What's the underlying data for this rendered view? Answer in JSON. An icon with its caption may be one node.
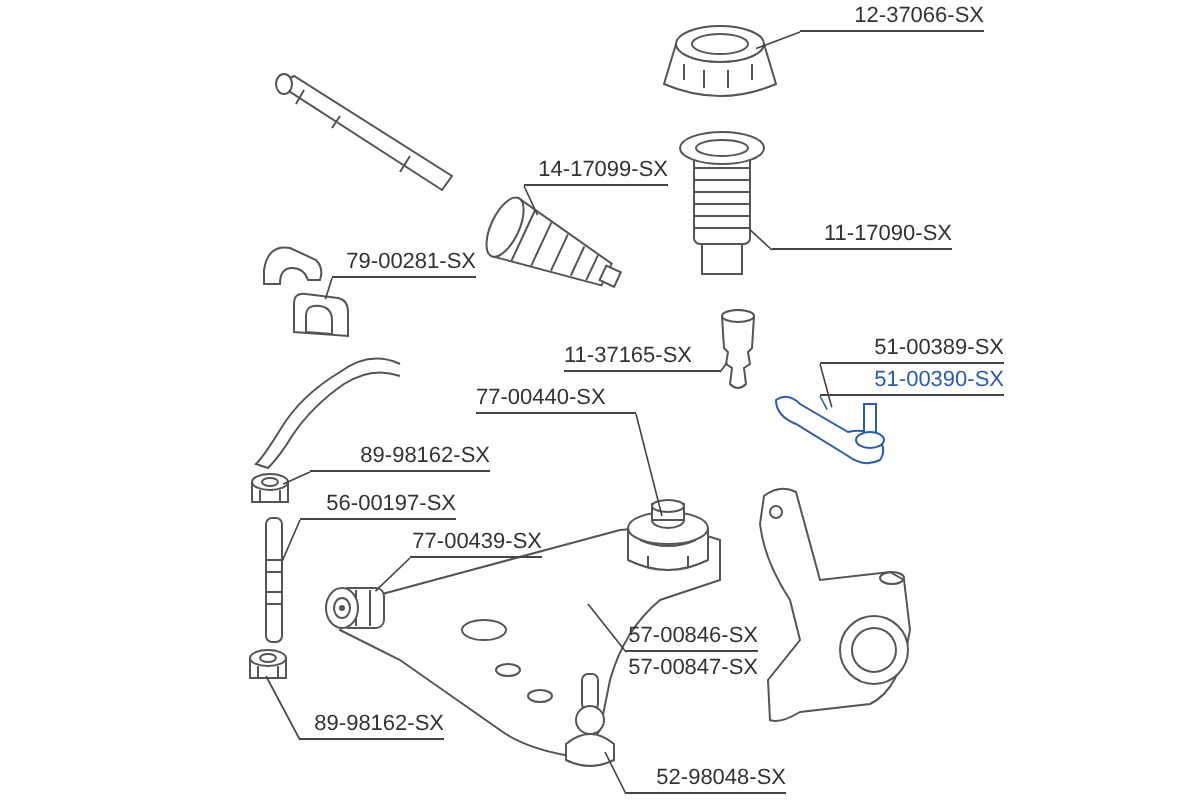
{
  "diagram": {
    "nodes": [
      {
        "text": [
          "12-37066-SX"
        ]
      },
      {
        "text": [],
        "shape": "picture"
      },
      {
        "text": [
          "14-17099-SX"
        ]
      },
      {
        "text": [],
        "shape": "picture"
      },
      {
        "text": [
          "11-17090-SX"
        ]
      },
      {
        "text": [],
        "shape": "picture"
      },
      {
        "text": [
          "79-00281-SX"
        ]
      },
      {
        "text": [],
        "shape": "picture"
      },
      {
        "text": [
          "11-37165-SX"
        ]
      },
      {
        "text": [],
        "shape": "picture"
      },
      {
        "text": [
          "51-00389-SX"
        ]
      },
      {
        "text": [
          "51-00390-SX"
        ]
      },
      {
        "text": [],
        "shape": "picture"
      },
      {
        "text": [
          "77-00440-SX"
        ]
      },
      {
        "text": [],
        "shape": "picture",
        "in": 23
      },
      {
        "text": [
          "89-98162-SX"
        ]
      },
      {
        "text": [],
        "shape": "picture"
      },
      {
        "text": [
          "56-00197-SX"
        ]
      },
      {
        "text": [],
        "shape": "picture"
      },
      {
        "text": [
          "77-00439-SX"
        ]
      },
      {
        "text": [],
        "shape": "picture",
        "in": 23
      },
      {
        "text": [
          "57-00846-SX"
        ]
      },
      {
        "text": [
          "57-00847-SX"
        ]
      },
      {
        "text": [],
        "shape": "picture"
      },
      {
        "text": [
          "89-98162-SX"
        ]
      },
      {
        "text": [],
        "shape": "picture"
      },
      {
        "text": [
          "52-98048-SX"
        ]
      },
      {
        "text": [],
        "shape": "picture"
      }
    ],
    "edges": [
      {
        "from": 0,
        "to": 1,
        "arrow": "none"
      },
      {
        "from": 2,
        "to": 3,
        "arrow": "none"
      },
      {
        "from": 4,
        "to": 5,
        "arrow": "none"
      },
      {
        "from": 6,
        "to": 7,
        "arrow": "none"
      },
      {
        "from": 8,
        "to": 9,
        "arrow": "none"
      },
      {
        "from": 10,
        "to": 12,
        "arrow": "none"
      },
      {
        "from": 11,
        "to": 12,
        "arrow": "none",
        "color": "#2a5caa"
      },
      {
        "from": 13,
        "to": 14,
        "arrow": "none"
      },
      {
        "from": 15,
        "to": 16,
        "arrow": "none"
      },
      {
        "from": 17,
        "to": 18,
        "arrow": "none"
      },
      {
        "from": 19,
        "to": 20,
        "arrow": "none"
      },
      {
        "from": 21,
        "to": 23,
        "arrow": "none"
      },
      {
        "from": 24,
        "to": 25,
        "arrow": "none"
      },
      {
        "from": 26,
        "to": 27,
        "arrow": "none"
      }
    ]
  }
}
